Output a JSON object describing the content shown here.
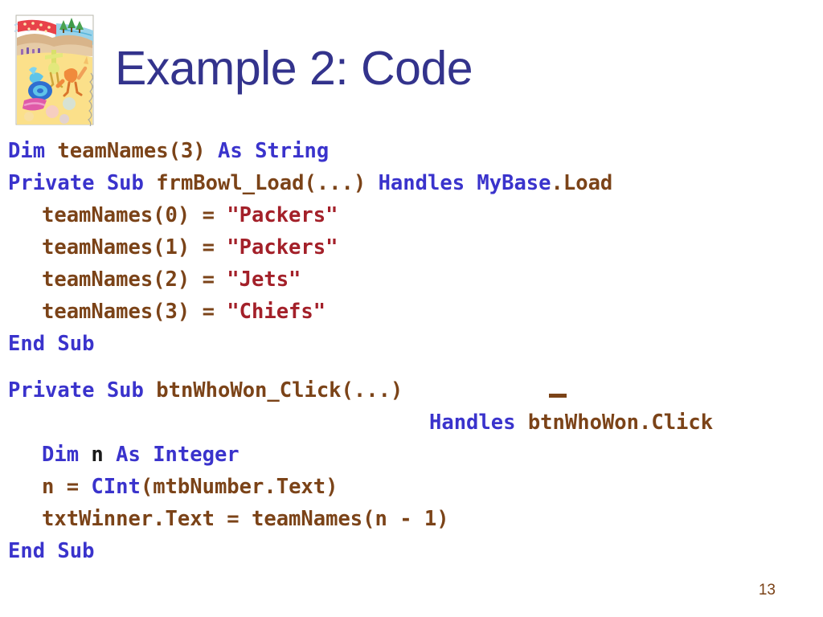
{
  "slide": {
    "title": "Example 2: Code",
    "number": "13",
    "title_color": "#33338c",
    "keyword_color": "#3a33cc",
    "identifier_color": "#7b4318",
    "string_color": "#a32029",
    "background_color": "#ffffff"
  },
  "clipart": {
    "name": "beach-scene-clipart",
    "description": "Beach vacation illustration with red polka-dot umbrella, green trees, blue water, tan dunes, yellow sand and colorful figures"
  },
  "code": {
    "language": "Visual Basic .NET",
    "lines": [
      {
        "indent": 0,
        "tokens": [
          {
            "text": "Dim ",
            "kind": "kw"
          },
          {
            "text": "teamNames(3) ",
            "kind": "id"
          },
          {
            "text": "As String",
            "kind": "kw"
          }
        ]
      },
      {
        "indent": 0,
        "tokens": [
          {
            "text": "Private Sub ",
            "kind": "kw"
          },
          {
            "text": "frmBowl_Load(...) ",
            "kind": "id"
          },
          {
            "text": "Handles MyBase",
            "kind": "kw"
          },
          {
            "text": ".Load",
            "kind": "id"
          }
        ]
      },
      {
        "indent": 1,
        "tokens": [
          {
            "text": "teamNames(0) = ",
            "kind": "id"
          },
          {
            "text": "\"Packers\"",
            "kind": "str"
          }
        ]
      },
      {
        "indent": 1,
        "tokens": [
          {
            "text": "teamNames(1) = ",
            "kind": "id"
          },
          {
            "text": "\"Packers\"",
            "kind": "str"
          }
        ]
      },
      {
        "indent": 1,
        "tokens": [
          {
            "text": "teamNames(2) = ",
            "kind": "id"
          },
          {
            "text": "\"Jets\"",
            "kind": "str"
          }
        ]
      },
      {
        "indent": 1,
        "tokens": [
          {
            "text": "teamNames(3) = ",
            "kind": "id"
          },
          {
            "text": "\"Chiefs\"",
            "kind": "str"
          }
        ]
      },
      {
        "indent": 0,
        "tokens": [
          {
            "text": "End Sub",
            "kind": "kw"
          }
        ]
      },
      {
        "indent": 0,
        "blank": true,
        "tokens": []
      },
      {
        "indent": 0,
        "continuation": true,
        "tokens": [
          {
            "text": "Private Sub ",
            "kind": "kw"
          },
          {
            "text": "btnWhoWon_Click(...) ",
            "kind": "id"
          }
        ]
      },
      {
        "indent": "handles",
        "tokens": [
          {
            "text": "Handles ",
            "kind": "kw"
          },
          {
            "text": "btnWhoWon.Click",
            "kind": "id"
          }
        ]
      },
      {
        "indent": 1,
        "tokens": [
          {
            "text": "Dim ",
            "kind": "kw"
          },
          {
            "text": "n",
            "kind": "blk"
          },
          {
            "text": " As Integer",
            "kind": "kw"
          }
        ]
      },
      {
        "indent": 1,
        "tokens": [
          {
            "text": "n = ",
            "kind": "id"
          },
          {
            "text": "CInt",
            "kind": "kw"
          },
          {
            "text": "(mtbNumber.Text)",
            "kind": "id"
          }
        ]
      },
      {
        "indent": 1,
        "tokens": [
          {
            "text": "txtWinner.Text = teamNames(n - 1)",
            "kind": "id"
          }
        ]
      },
      {
        "indent": 0,
        "tokens": [
          {
            "text": "End Sub",
            "kind": "kw"
          }
        ]
      }
    ]
  }
}
